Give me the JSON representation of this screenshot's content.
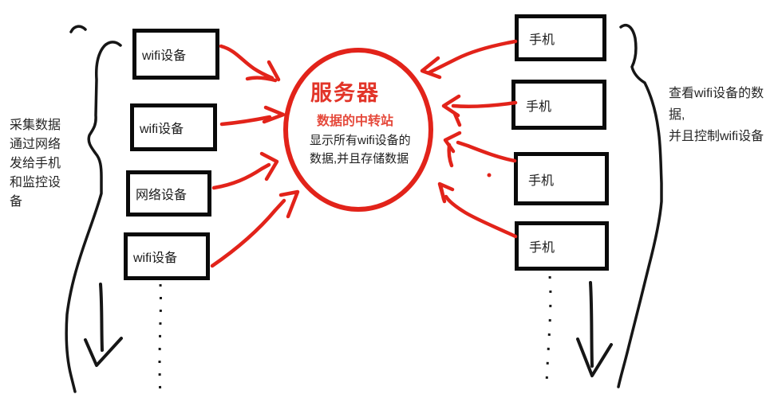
{
  "colors": {
    "red": "#e2231a",
    "red_title": "#e23428",
    "red_subtitle": "#e5493b",
    "black": "#161616"
  },
  "center": {
    "title": "服务器",
    "subtitle": "数据的中转站",
    "desc_line1": "显示所有wifi设备的",
    "desc_line2": "数据,并且存储数据"
  },
  "left_nodes": [
    {
      "label": "wifi设备"
    },
    {
      "label": "wifi设备"
    },
    {
      "label": "网络设备"
    },
    {
      "label": "wifi设备"
    }
  ],
  "right_nodes": [
    {
      "label": "手机"
    },
    {
      "label": "手机"
    },
    {
      "label": "手机"
    },
    {
      "label": "手机"
    }
  ],
  "left_note": {
    "line1": "采集数据",
    "line2": "通过网络",
    "line3": "发给手机",
    "line4": "和监控设",
    "line5": "备"
  },
  "right_note": {
    "line1": "查看wifi设备的数据,",
    "line2": "并且控制wifi设备"
  }
}
